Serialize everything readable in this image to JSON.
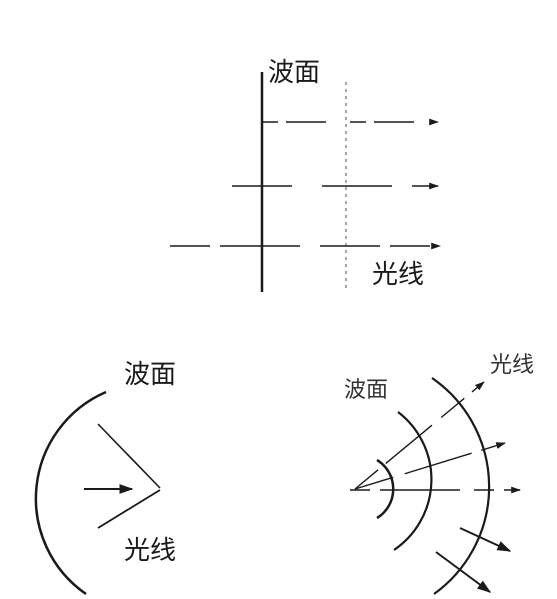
{
  "labels": {
    "plane_wavefront": "波面",
    "plane_ray": "光线",
    "converging_wavefront": "波面",
    "converging_ray": "光线",
    "diverging_wavefront": "波面",
    "diverging_ray": "光线"
  },
  "colors": {
    "line": "#1a1a1a",
    "faint": "#8a8a8a",
    "background": "#ffffff"
  }
}
